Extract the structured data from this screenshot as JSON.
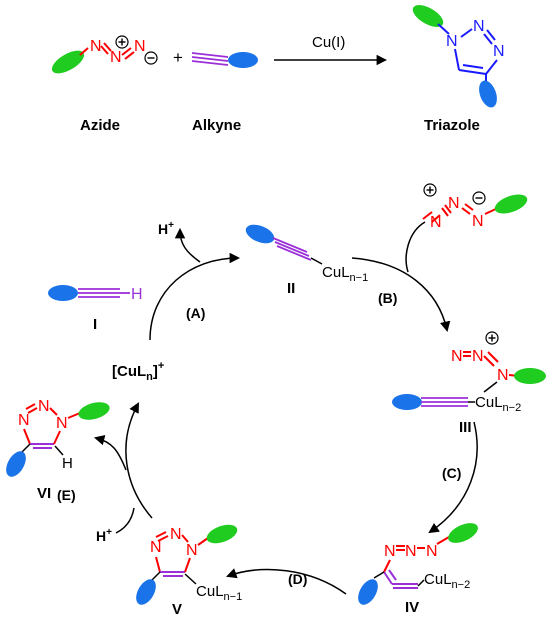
{
  "colors": {
    "azide": "#ff0000",
    "alkyne": "#9b30d9",
    "triazole": "#1a1aff",
    "green_blob": "#1fcc1f",
    "blue_blob": "#1a73e8",
    "black": "#000000"
  },
  "reaction": {
    "condition": "Cu(I)",
    "plus": "+",
    "labels": {
      "azide": "Azide",
      "alkyne": "Alkyne",
      "triazole": "Triazole"
    }
  },
  "atoms": {
    "N": "N",
    "H": "H",
    "Cu": "Cu",
    "L": "L",
    "plus_charge": "+",
    "minus_charge": "−"
  },
  "catalyst": {
    "label": "[CuL",
    "sub": "n",
    "close": "]",
    "sup": "+"
  },
  "ligands": {
    "n_minus_1": "n−1",
    "n_minus_2": "n−2"
  },
  "proton": {
    "label": "H",
    "sup": "+"
  },
  "compounds": [
    "I",
    "II",
    "III",
    "IV",
    "V",
    "VI"
  ],
  "steps": [
    "(A)",
    "(B)",
    "(C)",
    "(D)",
    "(E)"
  ],
  "icons": [
    "green-blob-icon",
    "blue-blob-icon",
    "plus-charge-icon",
    "minus-charge-icon"
  ]
}
